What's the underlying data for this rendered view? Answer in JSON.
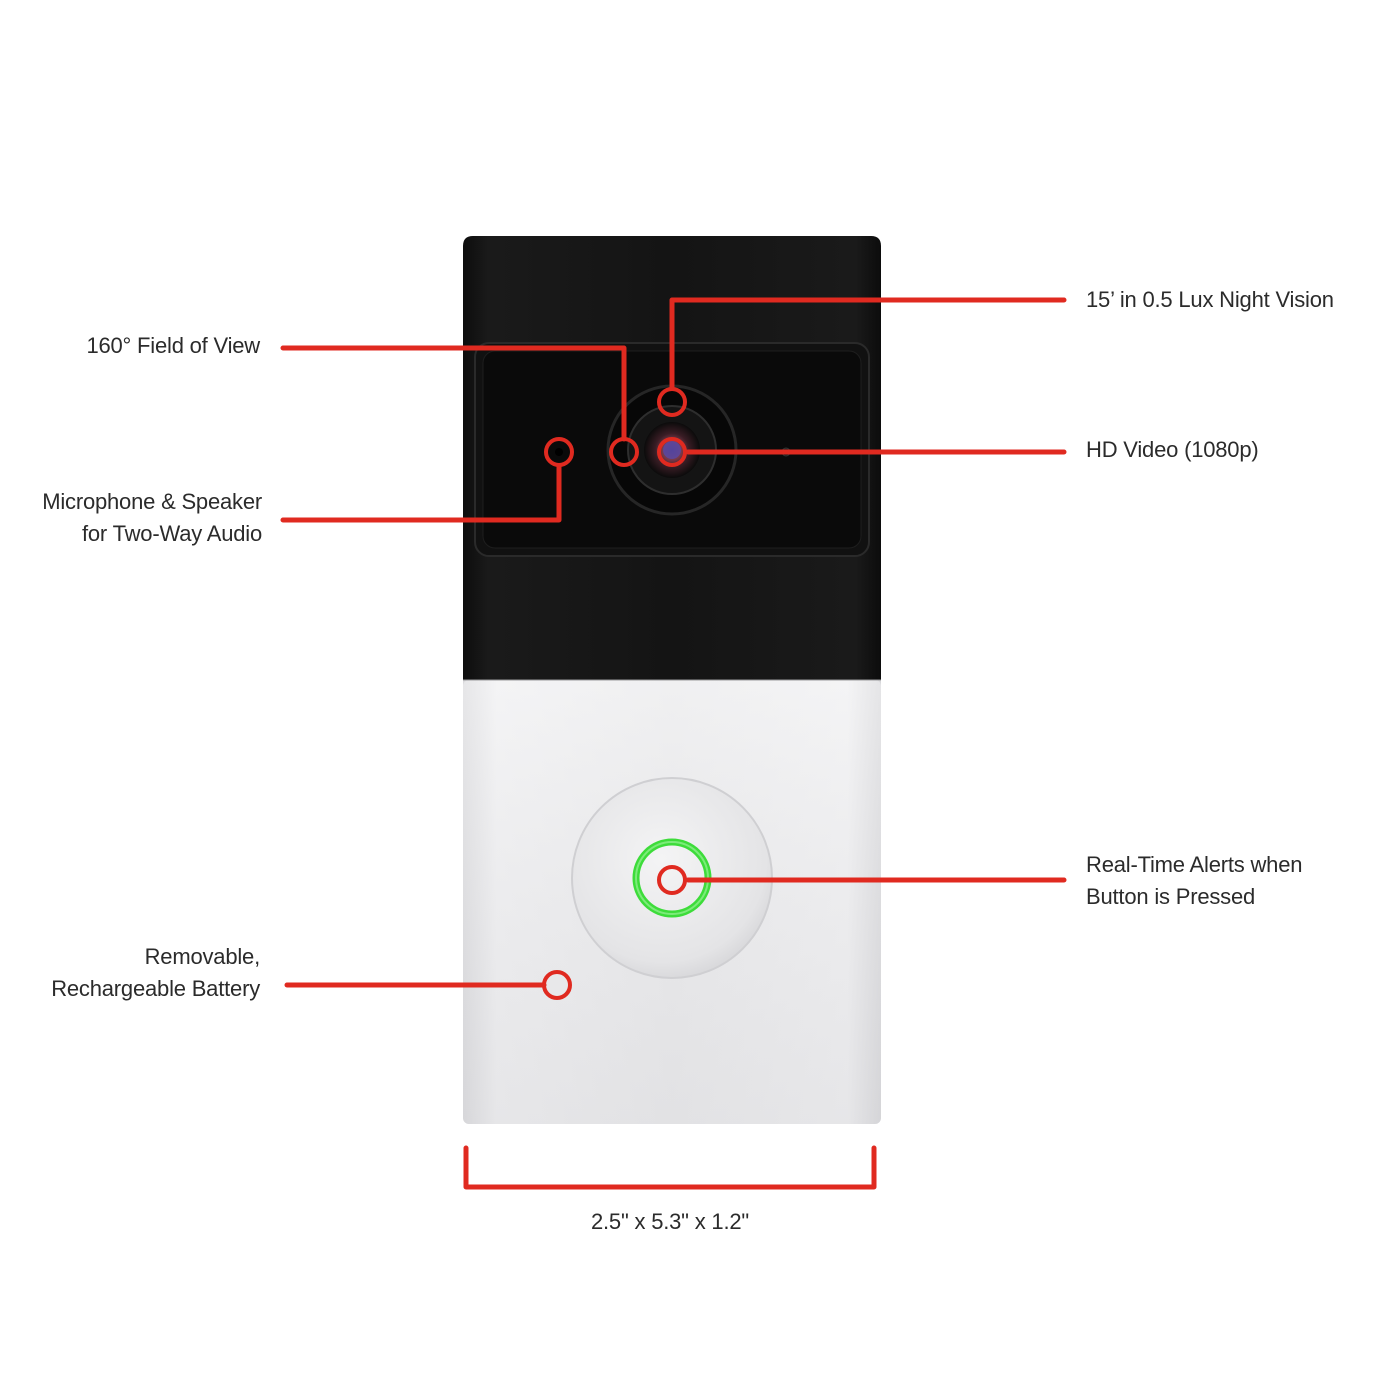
{
  "colors": {
    "callout_red": "#e02a20",
    "indicator_green": "#3ddc3a",
    "housing_black": "#151515",
    "housing_silver": "#e6e6e8"
  },
  "device": {
    "name_icon": "video-doorbell",
    "button_icon": "doorbell-button",
    "lens_icon": "camera-lens"
  },
  "callouts": {
    "night_vision": "15’ in 0.5 Lux Night Vision",
    "field_of_view": "160° Field of View",
    "hd_video": "HD Video (1080p)",
    "two_way_audio": {
      "line1": "Microphone & Speaker",
      "line2": "for Two-Way Audio"
    },
    "alerts": {
      "line1": "Real-Time Alerts when",
      "line2": "Button is Pressed"
    },
    "battery": {
      "line1": "Removable,",
      "line2": "Rechargeable Battery"
    },
    "dimensions": "2.5\" x 5.3\" x 1.2\""
  }
}
